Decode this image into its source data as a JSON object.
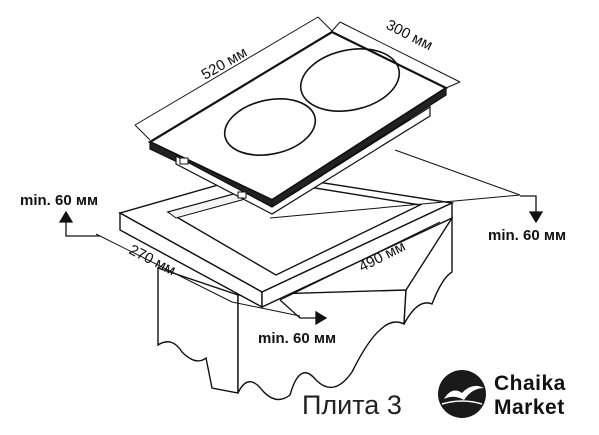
{
  "dimensions": {
    "hob_length": "520 мм",
    "hob_width": "300 мм",
    "cutout_length": "490 мм",
    "cutout_width": "270 мм",
    "clearance_left": "min. 60 мм",
    "clearance_right": "min. 60 мм",
    "clearance_front": "min. 60 мм"
  },
  "caption": "Плита 3",
  "logo": {
    "line1": "Chaika",
    "line2": "Market",
    "icon": "seagull-icon"
  },
  "colors": {
    "line": "#111111",
    "background": "#ffffff"
  }
}
